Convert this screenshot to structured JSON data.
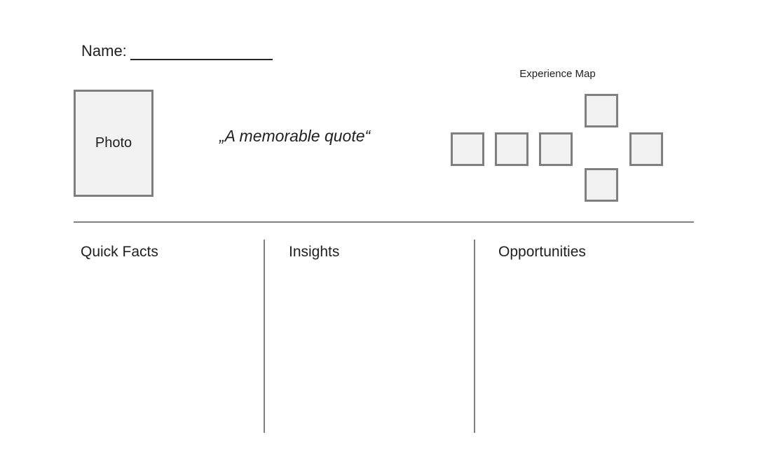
{
  "page": {
    "background_color": "#ffffff",
    "text_color": "#1f1f1f",
    "line_color": "#808080",
    "box_border_color": "#7f7f7f",
    "box_fill_color": "#f2f2f2"
  },
  "header": {
    "name_label": "Name:"
  },
  "photo": {
    "label": "Photo"
  },
  "quote": {
    "text": "„A memorable quote“"
  },
  "experience_map": {
    "title": "Experience Map",
    "box_count": 6
  },
  "sections": {
    "quick_facts": "Quick Facts",
    "insights": "Insights",
    "opportunities": "Opportunities"
  }
}
